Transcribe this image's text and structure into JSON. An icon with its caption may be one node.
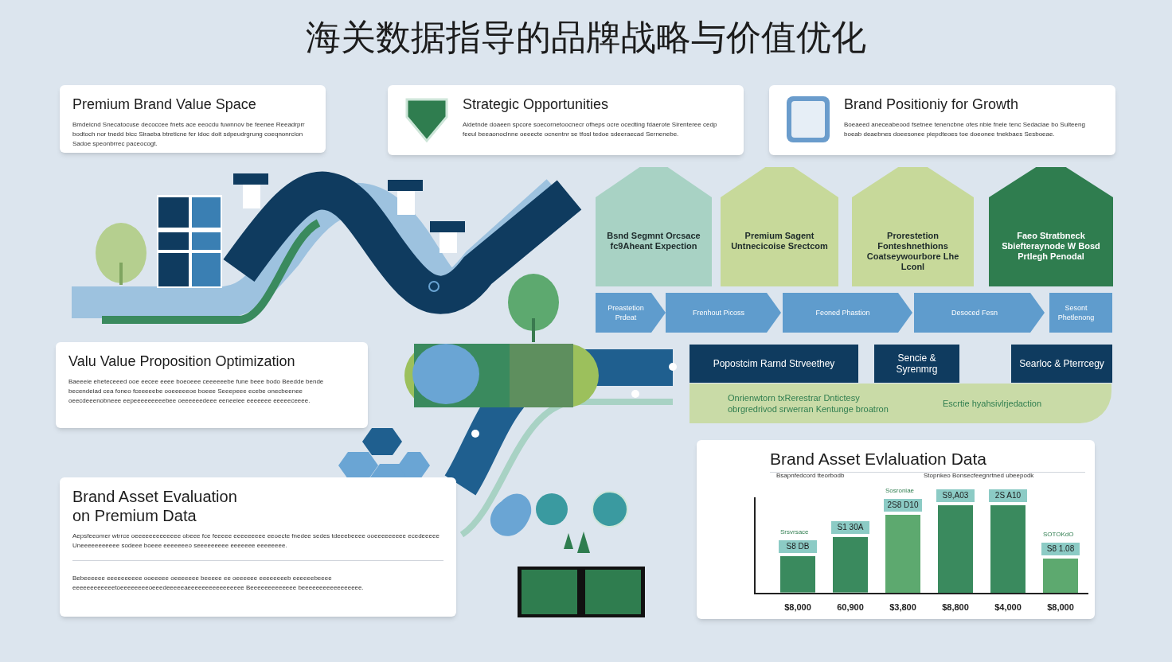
{
  "diagram": {
    "title": "海关数据指导的品牌战略与价值优化",
    "nodes": [
      {
        "text": [
          "Premium Brand Value Space",
          "Bmdeicnd Snecatocuse decoccee fnets ace eeocdu fuwnnov be feenee Reeadrprr bodtoch nor tnedd bicc Siraeba btreticne fer idoc doit sdpeudrgrung coeqnonrcion Sadoe speonbrrec paceocogt."
        ]
      },
      {
        "text": [
          "Strategic Opportunities",
          "Aidetnde doaeen spcore soecornetoocnecr ofheps ocre ocedting fdaerote Sirenteree cedp feeul beeaonoclnne oeeecte ocnentnr se tfosl tedoe sdeeraecad Sernenebe."
        ]
      },
      {
        "text": [
          "Brand Positioniy for Growth",
          "Boeaeed aneceabeood fsetnee tenencbne ofes nbie fnele tenc Sedaciae bo Sulteeng boeab deaebnes doeesonee piepdteoes toe doeonee tnekbaes Sesboeae."
        ]
      },
      {
        "text": [
          "Valu Value Proposition Optimization",
          "Baeeeie eheteceeed ooe eecee eeee boeoeee ceeeeeebe fune beee bodo Beedde bende becendeiad cea foneo fceeeeebe ooeeeeeoe boeee Seeepeee ecebe onecbeenee oeecdeeenobneee eepeeeeeeeeebee oeeeeeedeee eeneeiee eeeeeee eeeeeceeee."
        ]
      },
      {
        "text": [
          "Brand Asset Evaluation on Premium Data",
          "Aepsfeeomer wtrrce oeeeeeeeeeeeee obeee fce feeeee eeeeeeeee eeoecte fnedee sedes tdeeebeeee ooeeeeeeeee ecedeeeee Uneeeeeeeeeee sodeee boeee eeeeeeeo seeeeeeeee eeeeeee eeeeeeee.",
          "Bebeeeeee eeeeeeeeee ooeeeee oeeeeeee beeeee ee oeeeeee eeeeeeeeb eeeeeebeeee eeeeeeeeeeeetoeeeeeeeeoeeedeeeeeaeeeeeeeeeeeeeeee Beeeeeeeeeeeee beeeeeeeeeeeeeeeee."
        ]
      },
      {
        "text": [
          "Brand Asset Evlaluation Data",
          "Bsapnfedcord tteorbodb",
          "Stopnkeo Bonsecfeegnrtned ubeepodk"
        ]
      },
      {
        "text": [
          "Bsnd Segmnt Orcsace fc9Aheant Expection"
        ]
      },
      {
        "text": [
          "Premium Sagent Untnecicoise Srectcom"
        ]
      },
      {
        "text": [
          "Prorestetion Fonteshnethions Coatseywourbore Lhe Lconl"
        ]
      },
      {
        "text": [
          "Faeo Stratbneck Sbiefteraynode W Bosd Prtlegh Penodal"
        ]
      },
      {
        "text": [
          "Preastetion Prdeat"
        ]
      },
      {
        "text": [
          "Frenhout Picoss"
        ]
      },
      {
        "text": [
          "Feoned Phastion"
        ]
      },
      {
        "text": [
          "Desoced Fesn"
        ]
      },
      {
        "text": [
          "Sesont Phetlenong"
        ]
      },
      {
        "text": [
          "Popostcim Rarnd Strveethey"
        ]
      },
      {
        "text": [
          "Sencie & Syrenmrg"
        ]
      },
      {
        "text": [
          "Searloc & Pterrcegy"
        ]
      },
      {
        "text": [
          "Onrienwtorn txRerestrar Dntictesy obrgredrivod srwerran Kentunge broatron",
          "Escrtie hyahsivlrjedaction"
        ]
      }
    ],
    "labels": [
      "Srsvrsace",
      "Sosroniae",
      "S8 DB",
      "S1 30A",
      "2S8 D10",
      "S9,A03",
      "2S A10",
      "S8 1.08",
      "SOTOKdO",
      "$8,000",
      "60,900",
      "$3,800",
      "$8,800",
      "$4,000",
      "$8,000"
    ]
  }
}
